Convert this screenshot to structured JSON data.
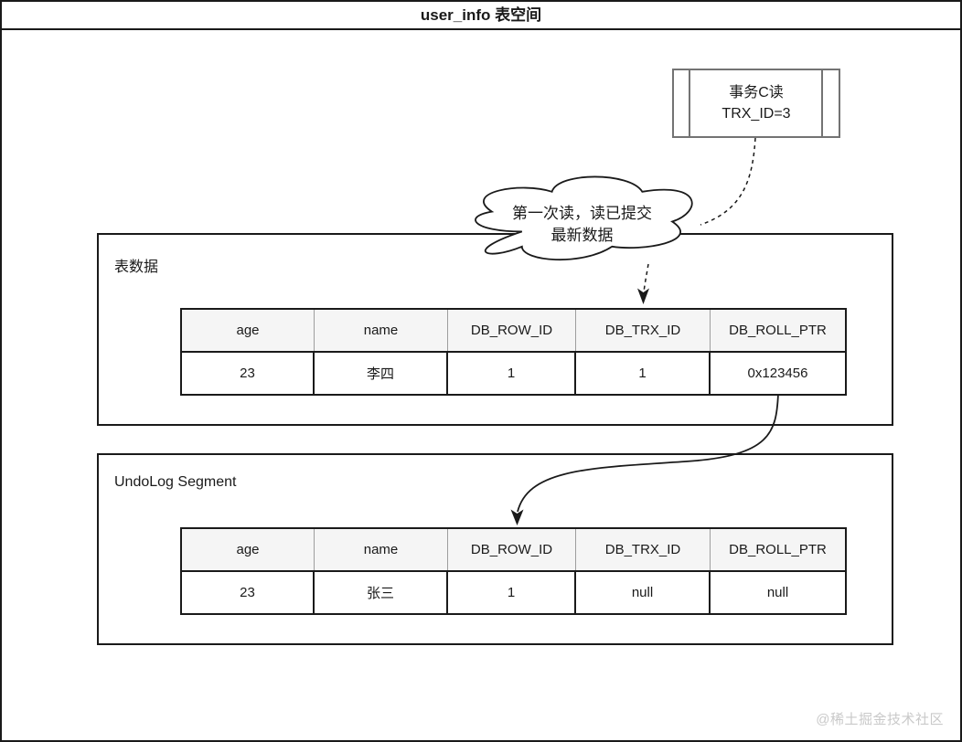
{
  "title": "user_info 表空间",
  "transaction_box": {
    "line1": "事务C读",
    "line2": "TRX_ID=3"
  },
  "cloud_note": {
    "line1": "第一次读，读已提交",
    "line2": "最新数据"
  },
  "sections": {
    "table_data": {
      "label": "表数据"
    },
    "undo_log": {
      "label": "UndoLog Segment"
    }
  },
  "tables": {
    "columns": [
      "age",
      "name",
      "DB_ROW_ID",
      "DB_TRX_ID",
      "DB_ROLL_PTR"
    ],
    "table_data_row": [
      "23",
      "李四",
      "1",
      "1",
      "0x123456"
    ],
    "undo_log_row": [
      "23",
      "张三",
      "1",
      "null",
      "null"
    ]
  },
  "watermark": "@稀土掘金技术社区",
  "colors": {
    "line": "#1a1a1a",
    "header_fill": "#f5f5f5",
    "process_border": "#737373",
    "watermark": "#c9c9c9"
  }
}
